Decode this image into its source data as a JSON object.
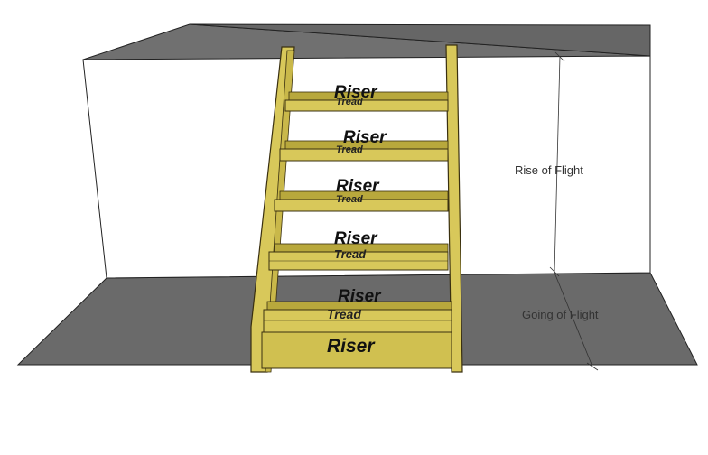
{
  "labels": {
    "riser": "Riser",
    "tread": "Tread",
    "rise_of_flight": "Rise of Flight",
    "going_of_flight": "Going of Flight"
  },
  "colors": {
    "wall_top": "#6e6e6e",
    "wall_front": "#ffffff",
    "floor": "#6a6a6a",
    "wood": "#d8c85a",
    "wood_dark": "#b8a83c",
    "wood_edge": "#3a3010"
  }
}
